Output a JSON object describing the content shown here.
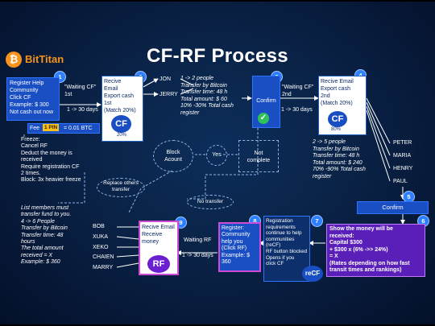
{
  "logo": {
    "text": "BitTitan"
  },
  "title": "CF-RF Process",
  "steps": {
    "s1": {
      "num": "1",
      "text": "Register Help\nCommunity\nClick CF\nExample: $ 300\nNot cash out now"
    },
    "s2": {
      "num": "2",
      "text": "Recive\nEmail\nExport cash\n1st\n(Match 20%)",
      "badge": "CF",
      "pct": "20%"
    },
    "s3": {
      "num": "3",
      "text": "Confirm"
    },
    "s4": {
      "num": "4",
      "text": "Recive Email\nExport cash\n2nd\n(Match 20%)",
      "badge": "CF",
      "pct": "80%"
    },
    "s5": {
      "num": "5",
      "text": "Confirm"
    },
    "s6": {
      "num": "6",
      "text": "Show the money will be\n  received:\nCapital $300\n+ $300 x (6% ->> 24%)\n= X\n(Rates depending on how fast\n  transit times and rankings)"
    },
    "s7": {
      "num": "7",
      "text": "Registration\nrequirements\ncontinue to help\ncommunities (reCF)\nRF button blocked\nOpens if you\n click CF",
      "badge": "reCF"
    },
    "s8": {
      "num": "8",
      "text": "Register:\nCommunity\nhelp you\n(Click RF)\nExample: $\n360"
    },
    "s9": {
      "num": "9",
      "text": "Recive Email\nReceive\nmoney",
      "badge": "RF"
    }
  },
  "waiting": {
    "w1": "\"Waiting CF\"\n1st",
    "w1b": "1 -> 30 days",
    "w2": "\"Waiting CF\"\n2nd",
    "w2b": "1 -> 30 days",
    "w3": "Waiting RF",
    "w3b": "1 -> 30 days"
  },
  "fee": {
    "label": "Fee",
    "pin": "1 PIN",
    "value": "= 0.01 BTC"
  },
  "freeze": "Freeze:\nCancel RF\nDeduct the money is\nreceived\nRequire registration CF\n2 times.\nBlock: 3x heavier freeze",
  "names1": [
    "JON",
    "JERRY"
  ],
  "note1": "1 -> 2 people\nTransfer by Bitcoin\nTransfer time: 48 h\nTotal amount: $ 60\n10% -30% Total cash\nregister",
  "names2": [
    "PETER",
    "MARIA",
    "HENRY",
    "PAUL"
  ],
  "note2": "2 -> 5 people\nTransfer by Bitcoin\nTransfer time: 48 h\nTotal amount: $ 240\n70% -90% Total cash\nregister",
  "names3": [
    "BOB",
    "XUKA",
    "XEKO",
    "CHAIEN",
    "MARRY"
  ],
  "note3": "List members must\ntransfer fund to you.\n4 -> 6 People\nTransfer by Bitcoin\nTransfer time: 48\nhours\nThe total amount\nreceived = X\nExample: $ 360",
  "decision": {
    "block": "Block\nAcount",
    "yes": "Yes",
    "notcomplete": "Not\ncomplete",
    "replace": "Replace others\ntransfer",
    "notransfer": "No transfer"
  },
  "colors": {
    "accent": "#2e7fff",
    "purple": "#5a1fb8",
    "magenta": "#d04ad8",
    "orange": "#f07a1e",
    "green": "#2fc25b"
  }
}
